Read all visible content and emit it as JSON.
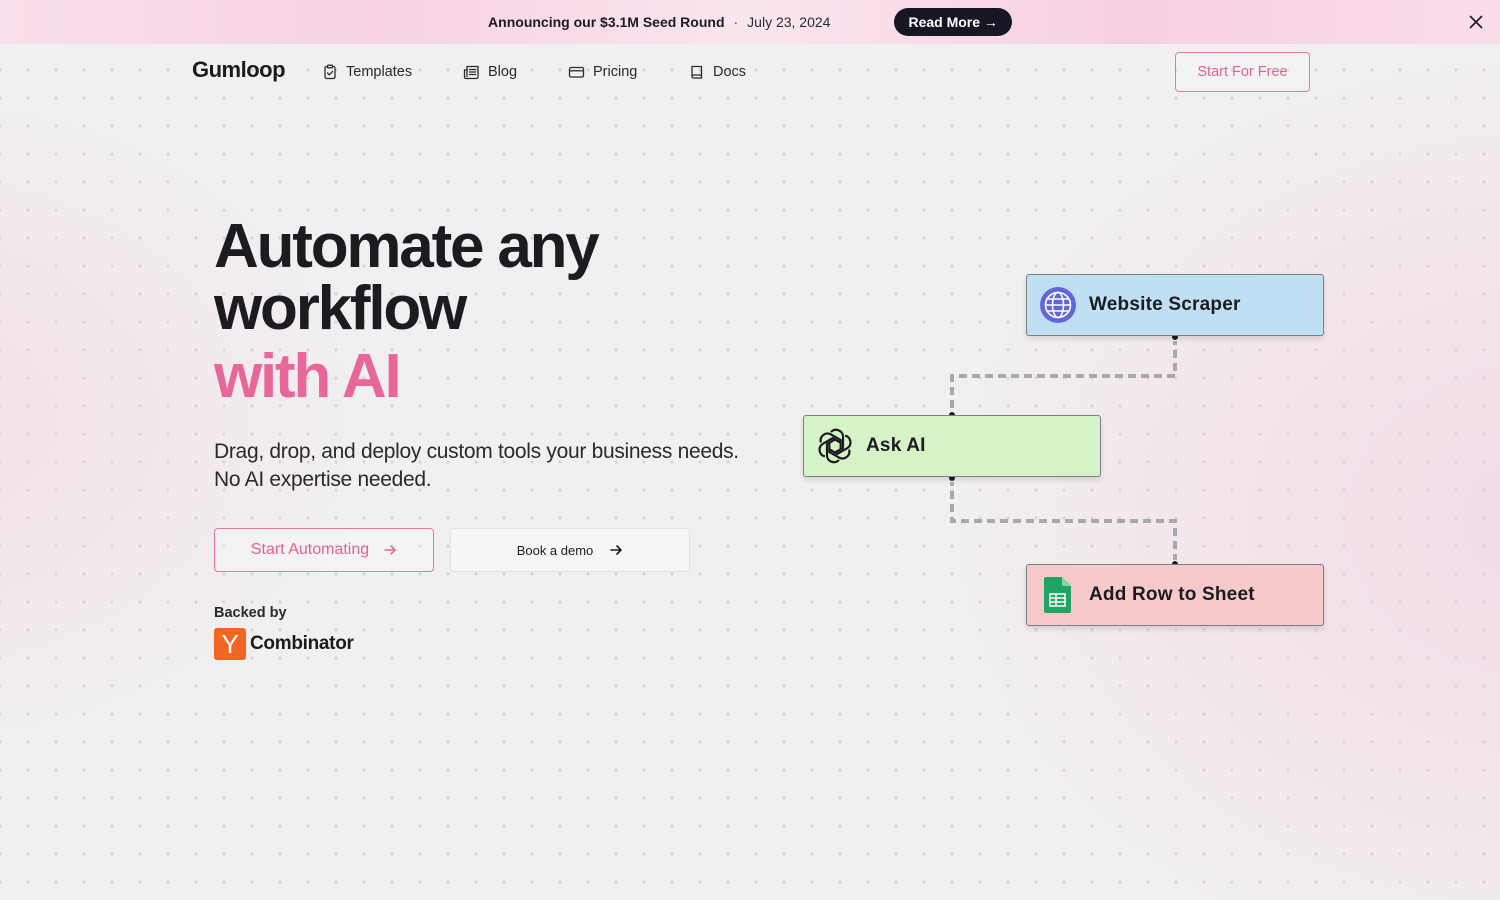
{
  "announcement": {
    "text": "Announcing our $3.1M Seed Round",
    "separator": "·",
    "date": "July 23, 2024",
    "button_label": "Read More →"
  },
  "nav": {
    "logo": "Gumloop",
    "items": [
      {
        "label": "Templates",
        "icon": "clipboard-check-icon"
      },
      {
        "label": "Blog",
        "icon": "newspaper-icon"
      },
      {
        "label": "Pricing",
        "icon": "credit-card-icon"
      },
      {
        "label": "Docs",
        "icon": "book-icon"
      }
    ],
    "cta_label": "Start For Free"
  },
  "hero": {
    "title_line1": "Automate any",
    "title_line2": "workflow",
    "title_accent": "with AI",
    "subtitle_line1": "Drag, drop, and deploy custom tools your business needs.",
    "subtitle_line2": "No AI expertise needed.",
    "primary_button": "Start Automating",
    "secondary_button": "Book a demo",
    "backed_by_label": "Backed by",
    "backer_logo_letter": "Y",
    "backer_name": "Combinator"
  },
  "workflow": {
    "nodes": [
      {
        "label": "Website Scraper",
        "icon": "globe-icon",
        "color": "#bee0f2"
      },
      {
        "label": "Ask AI",
        "icon": "openai-icon",
        "color": "#d6f3c8"
      },
      {
        "label": "Add Row to Sheet",
        "icon": "google-sheets-icon",
        "color": "#f6caca"
      }
    ]
  },
  "colors": {
    "accent": "#e8679a",
    "dark": "#171724",
    "yc_orange": "#f26522"
  }
}
